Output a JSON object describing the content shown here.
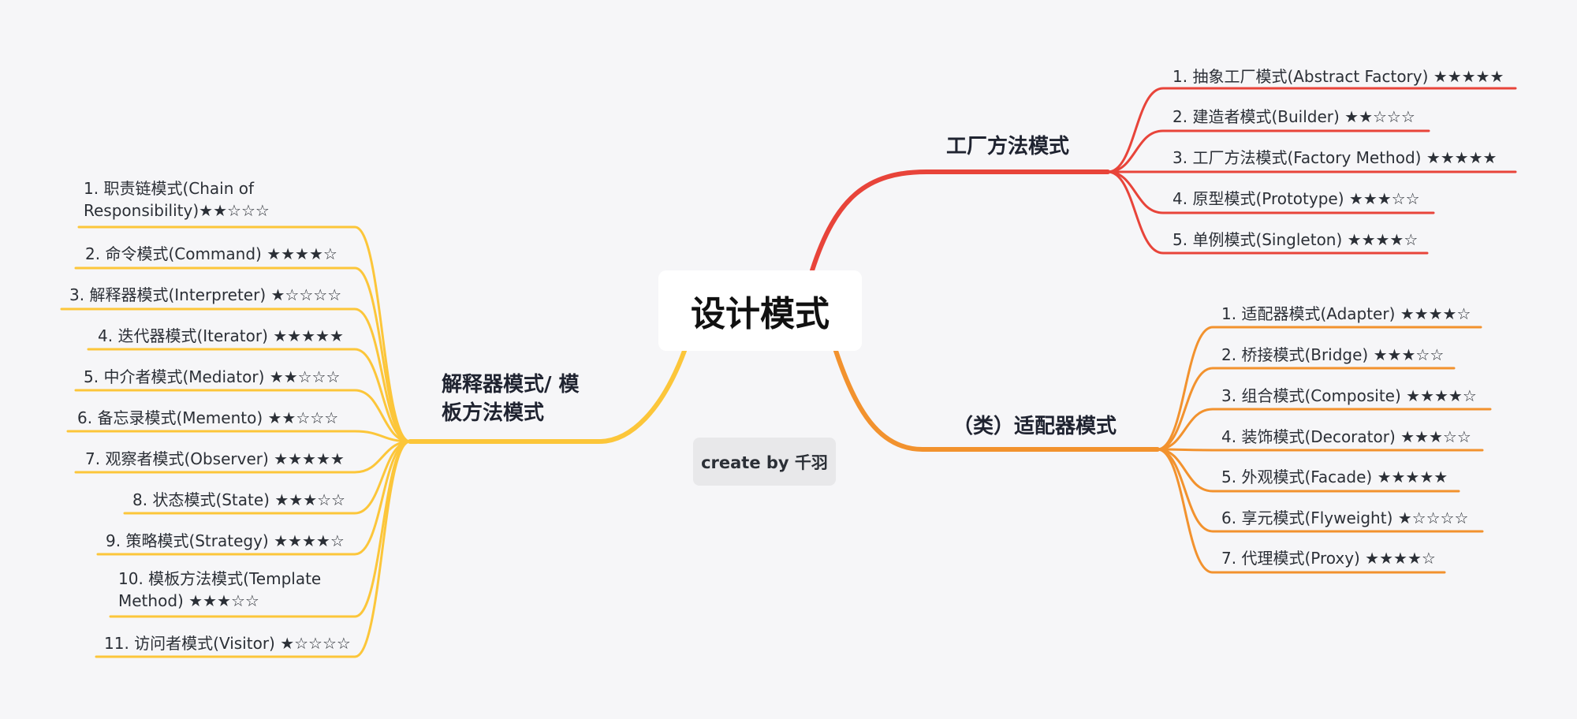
{
  "center": {
    "title": "设计模式"
  },
  "credit": {
    "text": "create by 千羽"
  },
  "colors": {
    "factory": "#e8443a",
    "adapter": "#f2922e",
    "behavior": "#fcc63a"
  },
  "branches": {
    "factory": {
      "title": "工厂方法模式",
      "items": [
        "1. 抽象工厂模式(Abstract Factory) ★★★★★",
        "2. 建造者模式(Builder) ★★☆☆☆",
        "3. 工厂方法模式(Factory Method) ★★★★★",
        "4. 原型模式(Prototype) ★★★☆☆",
        "5. 单例模式(Singleton) ★★★★☆"
      ]
    },
    "adapter": {
      "title": "（类）适配器模式",
      "items": [
        "1. 适配器模式(Adapter) ★★★★☆",
        "2. 桥接模式(Bridge) ★★★☆☆",
        "3. 组合模式(Composite) ★★★★☆",
        "4. 装饰模式(Decorator) ★★★☆☆",
        "5. 外观模式(Facade) ★★★★★",
        "6. 享元模式(Flyweight) ★☆☆☆☆",
        "7. 代理模式(Proxy) ★★★★☆"
      ]
    },
    "behavior": {
      "title": "解释器模式/ 模板方法模式",
      "items": [
        "1. 职责链模式(Chain of Responsibility)★★☆☆☆",
        "2. 命令模式(Command) ★★★★☆",
        "3. 解释器模式(Interpreter) ★☆☆☆☆",
        "4. 迭代器模式(Iterator) ★★★★★",
        "5. 中介者模式(Mediator) ★★☆☆☆",
        "6. 备忘录模式(Memento) ★★☆☆☆",
        "7. 观察者模式(Observer) ★★★★★",
        "8. 状态模式(State) ★★★☆☆",
        "9. 策略模式(Strategy) ★★★★☆",
        "10. 模板方法模式(Template Method) ★★★☆☆",
        "11. 访问者模式(Visitor) ★☆☆☆☆"
      ]
    }
  }
}
